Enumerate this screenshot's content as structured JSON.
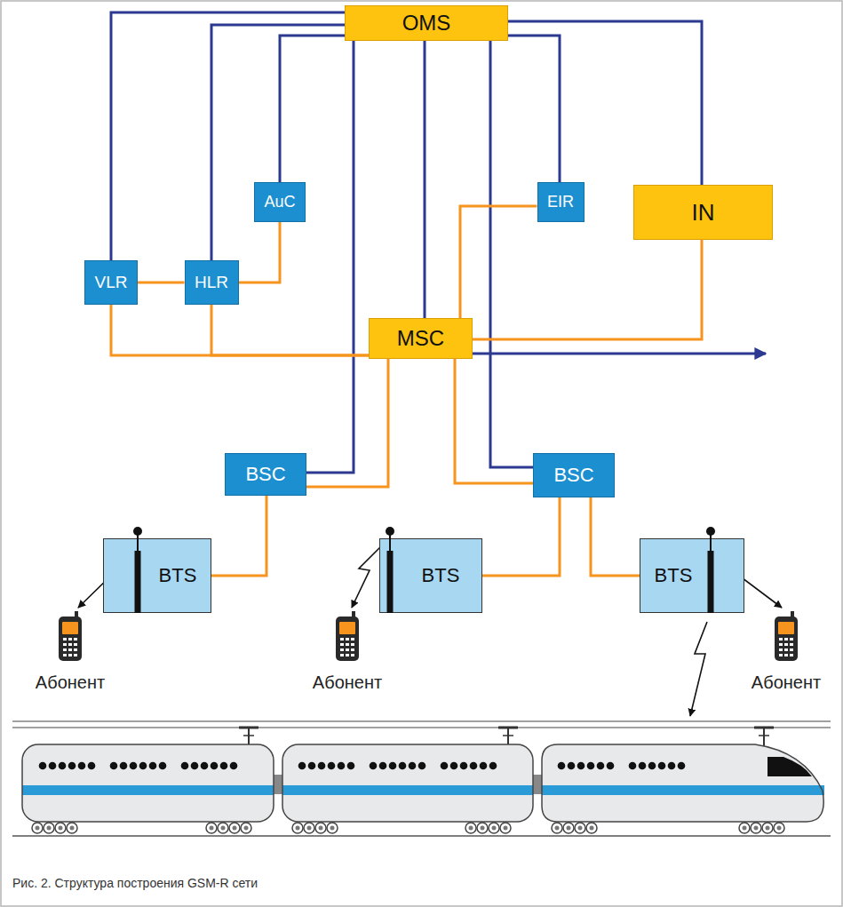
{
  "diagram": {
    "caption": "Рис. 2. Структура построения GSM-R сети",
    "nodes": [
      {
        "text": [
          "OMS"
        ]
      },
      {
        "text": [
          "AuC"
        ]
      },
      {
        "text": [
          "EIR"
        ]
      },
      {
        "text": [
          "IN"
        ]
      },
      {
        "text": [
          "VLR"
        ]
      },
      {
        "text": [
          "HLR"
        ]
      },
      {
        "text": [
          "MSC"
        ]
      },
      {
        "text": [
          "BSC"
        ]
      },
      {
        "text": [
          "BSC"
        ]
      },
      {
        "text": [
          "BTS"
        ]
      },
      {
        "text": [
          "BTS"
        ]
      },
      {
        "text": [
          "BTS"
        ]
      }
    ],
    "edges": [
      {
        "from": 0,
        "to": 4,
        "arrow": "none"
      },
      {
        "from": 0,
        "to": 5,
        "arrow": "none"
      },
      {
        "from": 0,
        "to": 1,
        "arrow": "none"
      },
      {
        "from": 0,
        "to": 7,
        "arrow": "none"
      },
      {
        "from": 0,
        "to": 6,
        "arrow": "none"
      },
      {
        "from": 0,
        "to": 8,
        "arrow": "none"
      },
      {
        "from": 0,
        "to": 2,
        "arrow": "none"
      },
      {
        "from": 0,
        "to": 3,
        "arrow": "none"
      },
      {
        "from": 4,
        "to": 5,
        "arrow": "none"
      },
      {
        "from": 5,
        "to": 1,
        "arrow": "none"
      },
      {
        "from": 4,
        "to": 6,
        "arrow": "none"
      },
      {
        "from": 5,
        "to": 6,
        "arrow": "none"
      },
      {
        "from": 6,
        "to": 2,
        "arrow": "none"
      },
      {
        "from": 6,
        "to": 3,
        "arrow": "none"
      },
      {
        "from": 6,
        "to": 7,
        "arrow": "none"
      },
      {
        "from": 6,
        "to": 8,
        "arrow": "none"
      },
      {
        "from": 7,
        "to": 9,
        "arrow": "none"
      },
      {
        "from": 8,
        "to": 10,
        "arrow": "none"
      },
      {
        "from": 8,
        "to": 11,
        "arrow": "none"
      }
    ],
    "labels": [
      "Абонент",
      "Абонент",
      "Абонент"
    ]
  }
}
